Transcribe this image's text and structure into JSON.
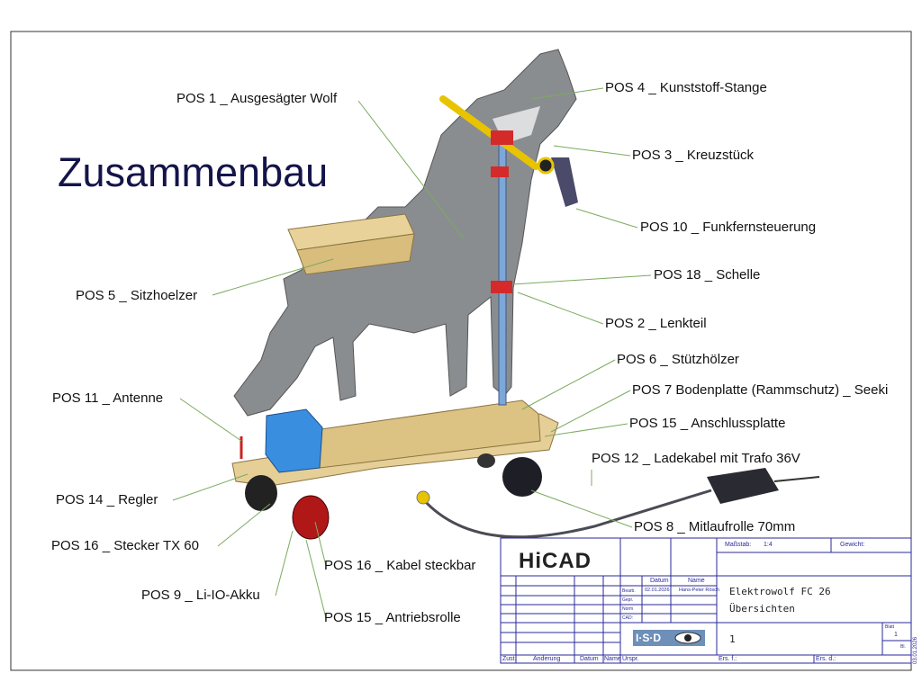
{
  "title": "Zusammenbau",
  "labels": [
    "POS 1 _ Ausgesägter Wolf",
    "POS 4 _ Kunststoff-Stange",
    "POS 3 _ Kreuzstück",
    "POS 10 _ Funkfernsteuerung",
    "POS 18 _ Schelle",
    "POS 2 _ Lenkteil",
    "POS 6 _ Stützhölzer",
    "POS 7 Bodenplatte (Rammschutz) _ Seeki",
    "POS 15 _ Anschlussplatte",
    "POS 12 _ Ladekabel mit Trafo 36V",
    "POS 8 _ Mitlaufrolle 70mm",
    "POS 5 _ Sitzhoelzer",
    "POS 11 _ Antenne",
    "POS 14 _ Regler",
    "POS 16 _ Stecker TX 60",
    "POS 9 _ Li-IO-Akku",
    "POS 16 _ Kabel steckbar",
    "POS 15  _ Antriebsrolle"
  ],
  "titleblock": {
    "logo": "HiCAD",
    "isd_logo": "I·S·D",
    "massstab_label": "Maßstab:",
    "massstab": "1:4",
    "gewicht_label": "Gewicht:",
    "datum": "Datum",
    "name": "Name",
    "bearb": "Bearb.",
    "gepr": "Gepr.",
    "norm": "Norm",
    "cad": "CAD:",
    "bearb_date": "02.01.2026",
    "bearb_name": "Hans-Peter Rösch",
    "drawing_title": "Elektrowolf FC 26",
    "drawing_subtitle": "Übersichten",
    "number": "1",
    "blatt_label": "Blatt",
    "blatt": "1",
    "bl": "Bl.",
    "zust": "Zust.",
    "aenderung": "Änderung",
    "datum2": "Datum",
    "name2": "Name",
    "urspr": "Urspr.",
    "ers_f": "Ers. f.:",
    "ers_d": "Ers. d.:",
    "side_date": "03.01.2026"
  }
}
